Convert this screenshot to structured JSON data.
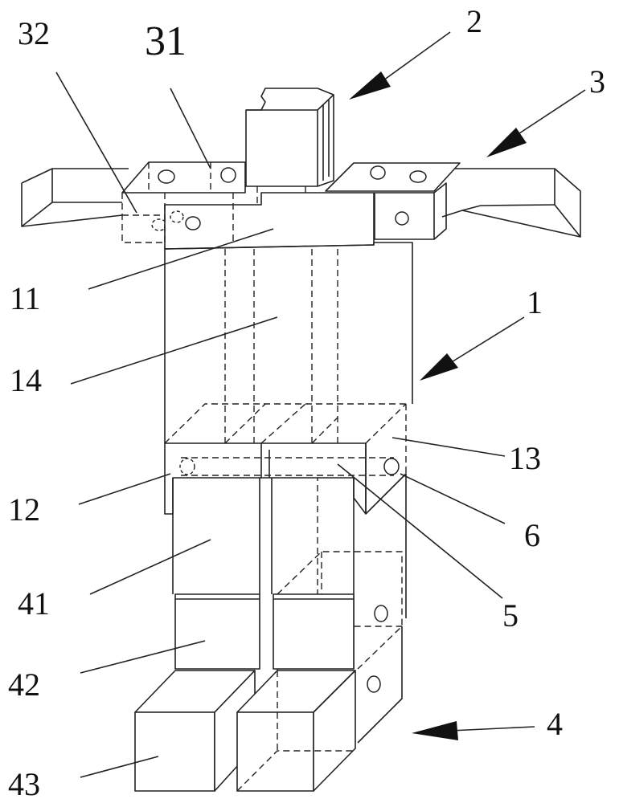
{
  "labels": {
    "l1": "1",
    "l2": "2",
    "l3": "3",
    "l4": "4",
    "l5": "5",
    "l6": "6",
    "l11": "11",
    "l12": "12",
    "l13": "13",
    "l14": "14",
    "l31": "31",
    "l32": "32",
    "l41": "41",
    "l42": "42",
    "l43": "43"
  }
}
